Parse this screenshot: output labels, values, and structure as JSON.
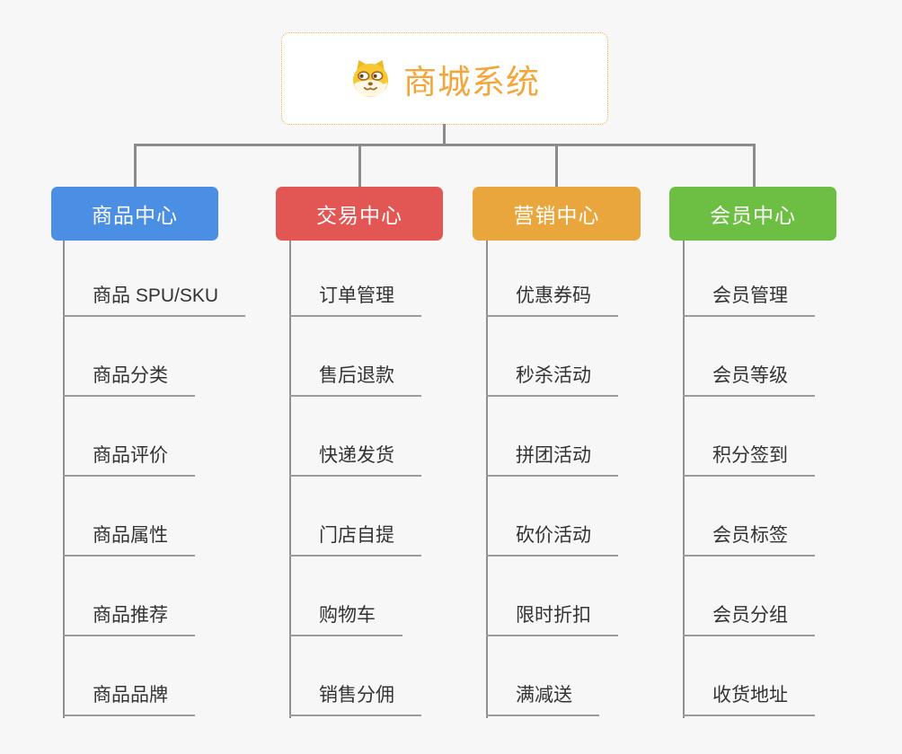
{
  "root": {
    "title": "商城系统",
    "icon": "dog-icon"
  },
  "branches": [
    {
      "label": "商品中心",
      "color": "#4a8fe4",
      "children": [
        "商品 SPU/SKU",
        "商品分类",
        "商品评价",
        "商品属性",
        "商品推荐",
        "商品品牌"
      ]
    },
    {
      "label": "交易中心",
      "color": "#e25654",
      "children": [
        "订单管理",
        "售后退款",
        "快递发货",
        "门店自提",
        "购物车",
        "销售分佣"
      ]
    },
    {
      "label": "营销中心",
      "color": "#e9a63c",
      "children": [
        "优惠券码",
        "秒杀活动",
        "拼团活动",
        "砍价活动",
        "限时折扣",
        "满减送"
      ]
    },
    {
      "label": "会员中心",
      "color": "#6cbf42",
      "children": [
        "会员管理",
        "会员等级",
        "积分签到",
        "会员标签",
        "会员分组",
        "收货地址"
      ]
    }
  ],
  "colors": {
    "background": "#f7f7f7",
    "connector": "#8c8c8c",
    "leaf_underline": "#9b9b9b",
    "leaf_text": "#333333",
    "root_accent": "#f2a63c",
    "root_border": "#f0b44c"
  }
}
